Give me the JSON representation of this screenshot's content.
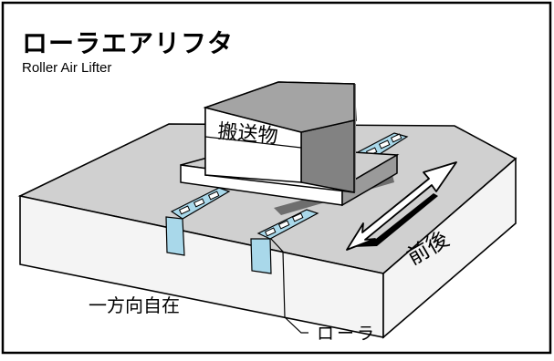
{
  "header": {
    "title": "ローラエアリフタ",
    "subtitle": "Roller Air Lifter"
  },
  "labels": {
    "load": "搬送物",
    "direction": "前後",
    "mode": "一方向自在",
    "roller": "ローラ"
  },
  "colors": {
    "frame": "#000000",
    "platform_top": "#d0d0d0",
    "platform_side": "#f4f4f4",
    "roller_strip": "#a9d8ea",
    "box_top": "#a4a4a4",
    "box_front": "#ffffff",
    "box_side": "#828282",
    "pallet_shadow": "#6e6e6e"
  },
  "icons": {
    "arrow": "double-headed-arrow-icon",
    "roller": "roller-unit-icon"
  }
}
